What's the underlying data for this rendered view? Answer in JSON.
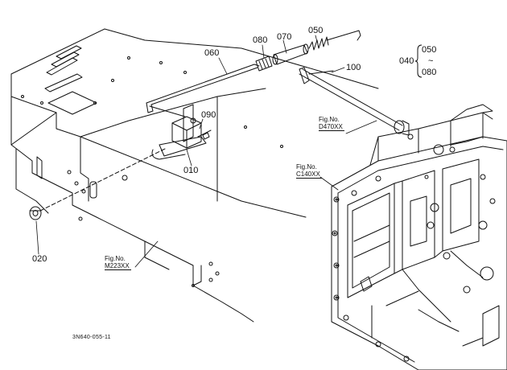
{
  "callouts": [
    {
      "id": "010",
      "label": "010"
    },
    {
      "id": "020",
      "label": "020"
    },
    {
      "id": "050",
      "label": "050"
    },
    {
      "id": "060",
      "label": "060"
    },
    {
      "id": "070",
      "label": "070"
    },
    {
      "id": "080",
      "label": "080"
    },
    {
      "id": "090",
      "label": "090"
    },
    {
      "id": "100",
      "label": "100"
    }
  ],
  "range_group": {
    "label": "040",
    "from": "050",
    "tilde": "~",
    "to": "080"
  },
  "figure_refs": [
    {
      "title": "Fig.No.",
      "code": "D470XX"
    },
    {
      "title": "Fig.No.",
      "code": "C140XX"
    },
    {
      "title": "Fig.No.",
      "code": "M223XX"
    }
  ],
  "drawing_id": "3N640-055-11"
}
